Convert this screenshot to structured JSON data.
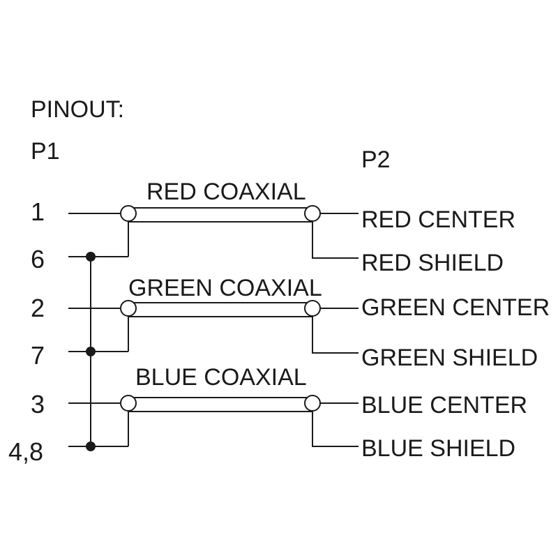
{
  "title": "PINOUT:",
  "connector_left": "P1",
  "connector_right": "P2",
  "pins": [
    "1",
    "6",
    "2",
    "7",
    "3",
    "4,8"
  ],
  "cables": [
    {
      "name": "RED COAXIAL",
      "center": "RED CENTER",
      "shield": "RED SHIELD"
    },
    {
      "name": "GREEN COAXIAL",
      "center": "GREEN CENTER",
      "shield": "GREEN SHIELD"
    },
    {
      "name": "BLUE COAXIAL",
      "center": "BLUE CENTER",
      "shield": "BLUE SHIELD"
    }
  ],
  "colors": {
    "line": "#1a1a1a",
    "background": "#ffffff"
  }
}
